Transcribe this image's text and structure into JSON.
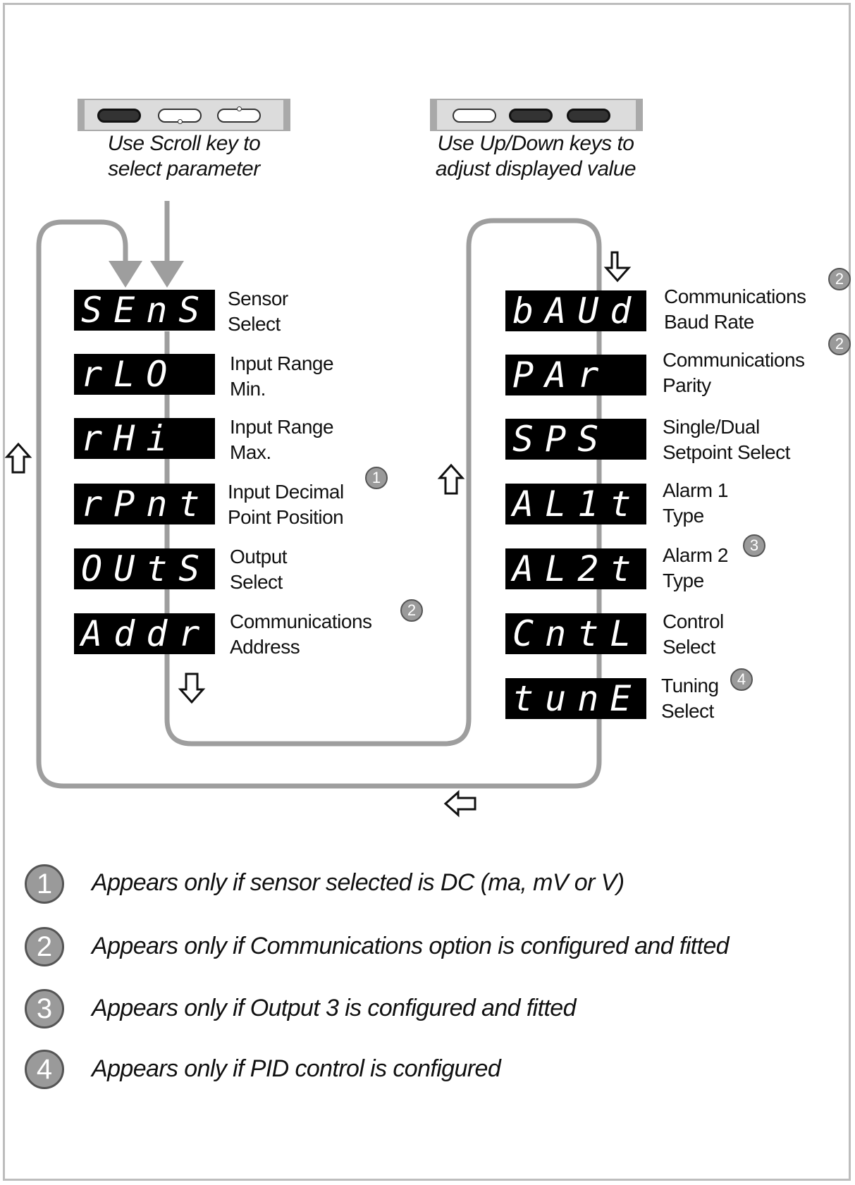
{
  "captions": {
    "scroll": [
      "Use Scroll key to",
      "select parameter"
    ],
    "updown": [
      "Use Up/Down keys to",
      "adjust displayed value"
    ]
  },
  "left_params": [
    {
      "display": "SEnS",
      "label1": "Sensor",
      "label2": "Select",
      "note": ""
    },
    {
      "display": "rLO",
      "label1": "Input Range",
      "label2": "Min.",
      "note": ""
    },
    {
      "display": "rHi",
      "label1": "Input Range",
      "label2": "Max.",
      "note": ""
    },
    {
      "display": "rPnt",
      "label1": "Input Decimal",
      "label2": "Point Position",
      "note": "1"
    },
    {
      "display": "OUtS",
      "label1": "Output",
      "label2": "Select",
      "note": ""
    },
    {
      "display": "Addr",
      "label1": "Communications",
      "label2": "Address",
      "note": "2"
    }
  ],
  "right_params": [
    {
      "display": "bAUd",
      "label1": "Communications",
      "label2": "Baud Rate",
      "note": "2"
    },
    {
      "display": "PAr",
      "label1": "Communications",
      "label2": "Parity",
      "note": "2"
    },
    {
      "display": "SPS",
      "label1": "Single/Dual",
      "label2": "Setpoint Select",
      "note": ""
    },
    {
      "display": "AL1t",
      "label1": "Alarm 1",
      "label2": "Type",
      "note": ""
    },
    {
      "display": "AL2t",
      "label1": "Alarm 2",
      "label2": "Type",
      "note": "3"
    },
    {
      "display": "CntL",
      "label1": "Control",
      "label2": "Select",
      "note": ""
    },
    {
      "display": "tunE",
      "label1": "Tuning",
      "label2": "Select",
      "note": "4"
    }
  ],
  "notes": [
    {
      "num": "1",
      "text": "Appears only if sensor selected is DC (ma, mV or V)"
    },
    {
      "num": "2",
      "text": "Appears only if Communications option is configured and fitted"
    },
    {
      "num": "3",
      "text": "Appears only if Output 3 is configured and fitted"
    },
    {
      "num": "4",
      "text": "Appears only if PID control is configured"
    }
  ],
  "icons": {
    "up": "hollow-up-arrow-icon",
    "down": "hollow-down-arrow-icon",
    "left": "hollow-left-arrow-icon"
  },
  "colors": {
    "flow_line": "#9e9e9e",
    "display_bg": "#000000",
    "badge": "#9a9a9a"
  }
}
